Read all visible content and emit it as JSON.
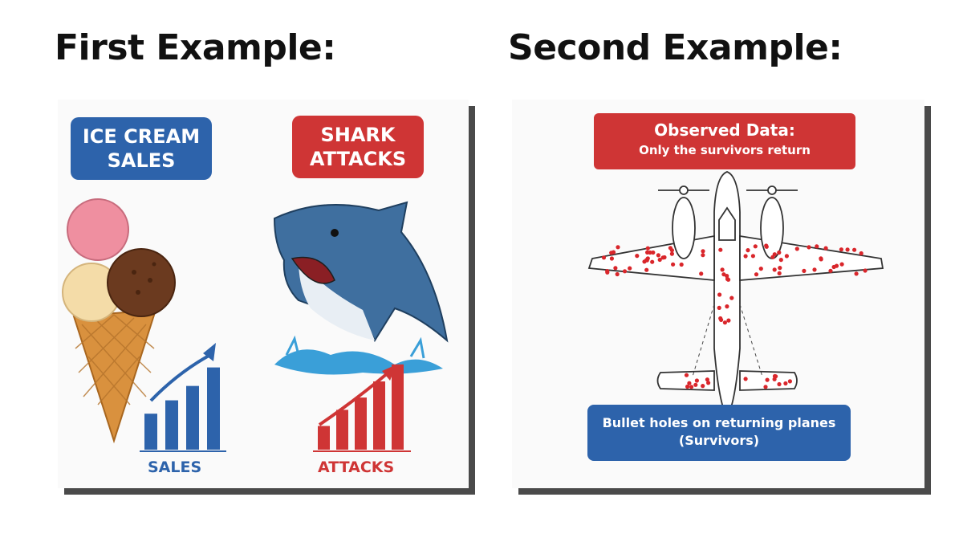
{
  "headings": {
    "first": "First Example:",
    "second": "Second Example:"
  },
  "first_example": {
    "ice_cream_label": "ICE CREAM SALES",
    "shark_label": "SHARK ATTACKS",
    "sales_caption": "SALES",
    "attacks_caption": "ATTACKS",
    "sales_bars": [
      0.35,
      0.48,
      0.62,
      0.8
    ],
    "attacks_bars": [
      0.25,
      0.42,
      0.55,
      0.72,
      0.9
    ],
    "colors": {
      "blue": "#2d63ab",
      "red": "#cf3535"
    }
  },
  "second_example": {
    "observed_title": "Observed Data:",
    "observed_subtitle": "Only the survivors return",
    "bullet_caption_line1": "Bullet holes on returning planes",
    "bullet_caption_line2": "(Survivors)"
  }
}
